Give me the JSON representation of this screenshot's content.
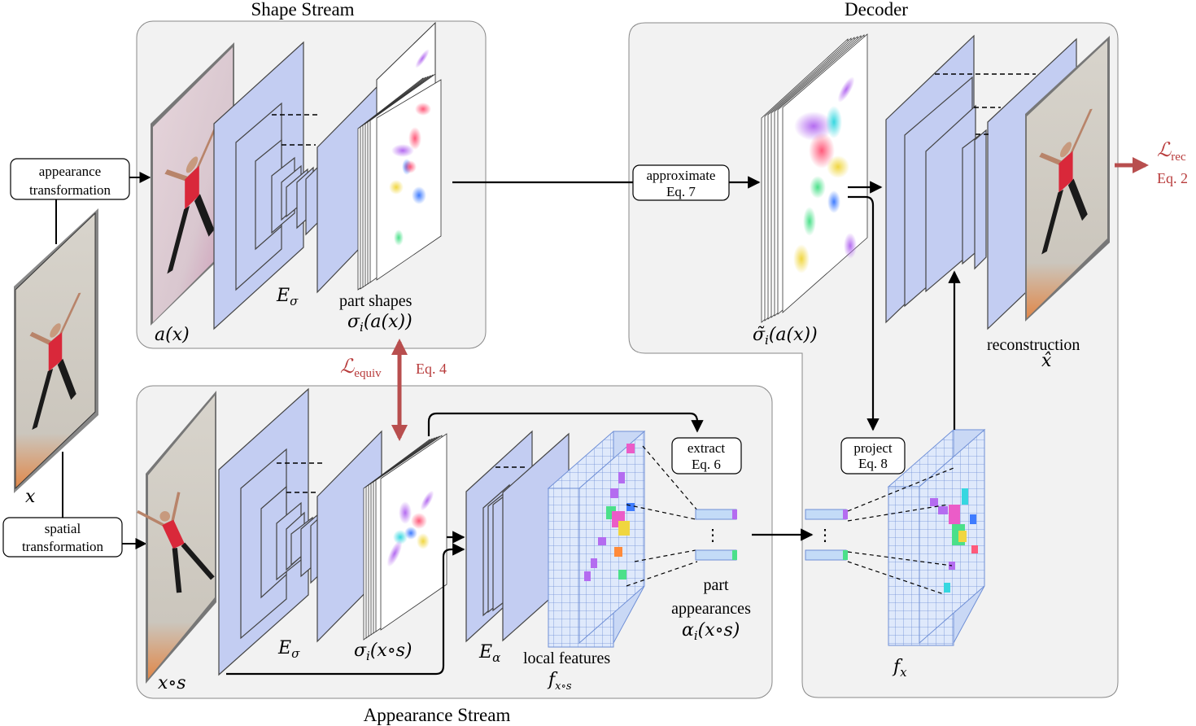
{
  "stream_titles": {
    "shape": "Shape Stream",
    "decoder": "Decoder",
    "appearance": "Appearance Stream"
  },
  "boxes": {
    "appearance_transformation": [
      "appearance",
      "transformation"
    ],
    "spatial_transformation": [
      "spatial",
      "transformation"
    ],
    "approximate": [
      "approximate",
      "Eq. 7"
    ],
    "extract": [
      "extract",
      "Eq. 6"
    ],
    "project": [
      "project",
      "Eq. 8"
    ]
  },
  "labels": {
    "x": "x",
    "ax": "a(x)",
    "e_sigma_top": "E",
    "e_sigma_top_sub": "σ",
    "part_shapes": "part shapes",
    "sigma_ax": "σ",
    "sigma_ax_sub": "i",
    "sigma_ax_arg": "(a(x))",
    "sigma_tilde": "σ̃",
    "sigma_tilde_sub": "i",
    "sigma_tilde_arg": "(a(x))",
    "reconstruction": "reconstruction",
    "x_hat": "x̂",
    "xs": "x∘s",
    "e_sigma_bot": "E",
    "e_sigma_bot_sub": "σ",
    "sigma_xs": "σ",
    "sigma_xs_sub": "i",
    "sigma_xs_arg": "(x∘s)",
    "e_alpha": "E",
    "e_alpha_sub": "α",
    "local_features": "local features",
    "f_xs": "f",
    "f_xs_sub": "x∘s",
    "part_appearances": [
      "part",
      "appearances"
    ],
    "alpha_xs": "α",
    "alpha_xs_sub": "i",
    "alpha_xs_arg": "(x∘s)",
    "fx": "f",
    "fx_sub": "x",
    "ellipsis": "⋮"
  },
  "losses": {
    "equiv_symbol": "ℒ",
    "equiv_sub": "equiv",
    "equiv_eq": "Eq. 4",
    "rec_symbol": "ℒ",
    "rec_sub": "rec",
    "rec_eq": "Eq. 2"
  },
  "colors": {
    "panel_fill": "#f2f2f2",
    "panel_stroke": "#888888",
    "layer_fill": "#c3cdf2",
    "grid_fill": "#dfe9fb",
    "grid_line": "#6f8fd6",
    "loss_red": "#b84e4e",
    "loss_text": "#b83b3b"
  }
}
